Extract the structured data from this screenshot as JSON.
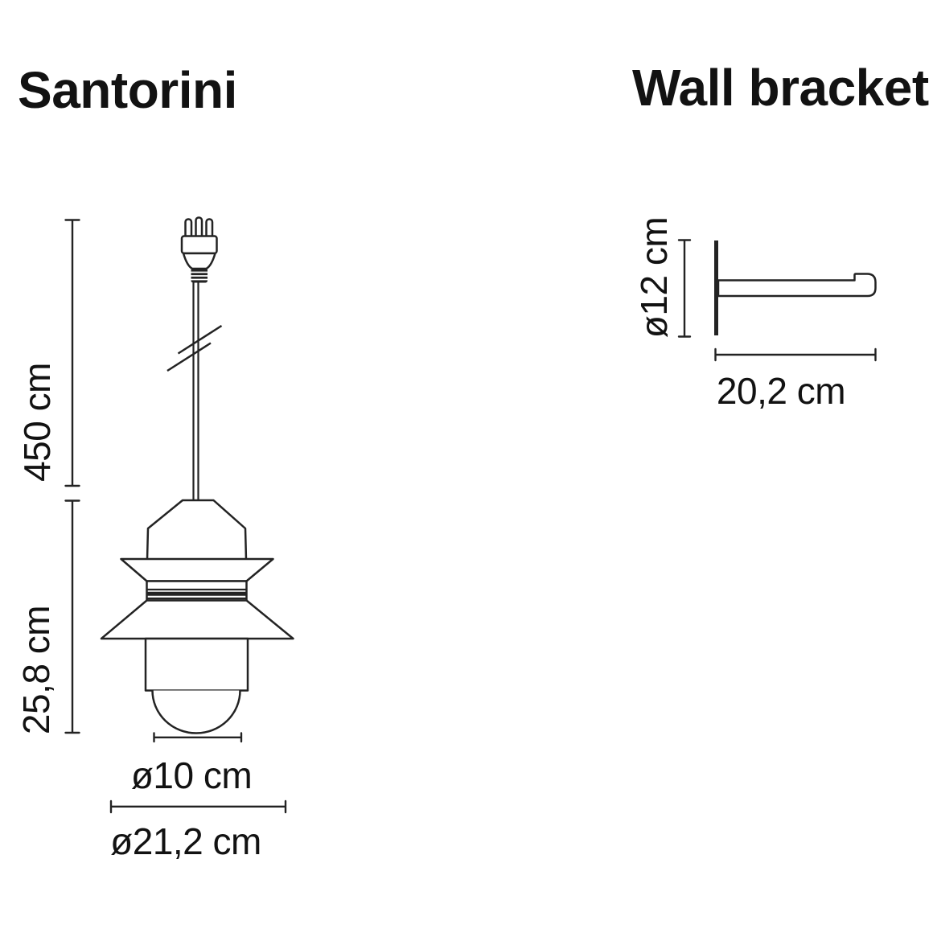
{
  "page": {
    "background": "#ffffff",
    "line_color": "#232323",
    "text_color": "#121212"
  },
  "santorini": {
    "title": "Santorini",
    "dimensions": {
      "cable_length": "450 cm",
      "fixture_height": "25,8 cm",
      "diffuser_diameter": "ø10 cm",
      "shade_diameter": "ø21,2 cm"
    }
  },
  "wall_bracket": {
    "title": "Wall bracket",
    "dimensions": {
      "bracket_height": "ø12 cm",
      "bracket_depth": "20,2 cm"
    }
  }
}
